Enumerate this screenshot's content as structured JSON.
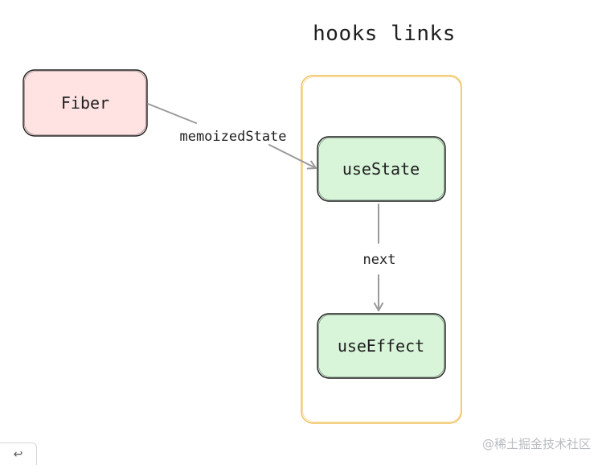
{
  "diagram": {
    "title": "hooks links",
    "nodes": {
      "fiber": {
        "label": "Fiber",
        "fill": "#ffe3e3",
        "stroke": "#1e1e1e"
      },
      "use_state": {
        "label": "useState",
        "fill": "#d8f5da",
        "stroke": "#1e1e1e"
      },
      "use_effect": {
        "label": "useEffect",
        "fill": "#d8f5da",
        "stroke": "#1e1e1e"
      }
    },
    "container": {
      "stroke": "#f0c05a"
    },
    "edges": {
      "fiber_to_state": {
        "label": "memoizedState",
        "stroke": "#9a9a9a"
      },
      "state_to_effect": {
        "label": "next",
        "stroke": "#9a9a9a"
      }
    }
  },
  "watermark": {
    "text": "@稀土掘金技术社区"
  },
  "corner": {
    "icon": "redo-arrow-icon"
  }
}
